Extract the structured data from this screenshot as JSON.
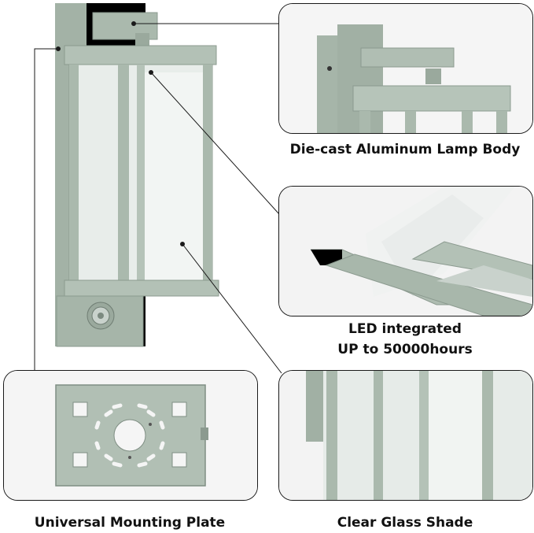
{
  "captions": {
    "lamp_body": "Die-cast Aluminum Lamp Body",
    "led_line1": "LED integrated",
    "led_line2": "UP to 50000hours",
    "mounting_plate": "Universal Mounting Plate",
    "glass_shade": "Clear Glass Shade"
  },
  "colors": {
    "lamp_green": "#a9b8ac",
    "lamp_dark": "#8a9a8e",
    "glass": "#e6ebe8",
    "line": "#1a1a1a"
  }
}
